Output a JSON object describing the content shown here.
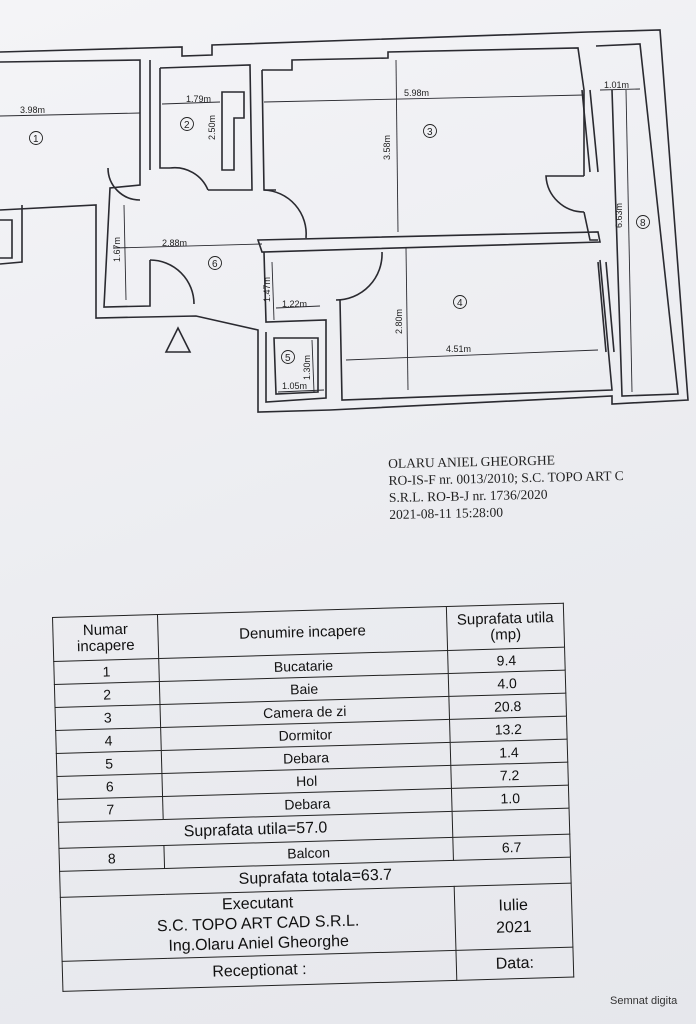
{
  "plan": {
    "dimensions": {
      "room1_width": "3.98m",
      "room2_width": "1.79m",
      "room2_depth": "2.50m",
      "room3_width": "5.98m",
      "room3_depth": "3.58m",
      "balcony_width": "1.01m",
      "balcony_length": "6.63m",
      "hall_width": "2.88m",
      "hall_depth": "1.67m",
      "closet7_depth": "1.47m",
      "closet7_width": "1.22m",
      "closet5_depth": "1.30m",
      "closet5_width": "1.05m",
      "room4_depth": "2.80m",
      "room4_width": "4.51m"
    },
    "room_numbers": [
      "1",
      "2",
      "3",
      "4",
      "5",
      "6",
      "8"
    ]
  },
  "signature": {
    "line1": "OLARU ANIEL GHEORGHE",
    "line2": "RO-IS-F nr. 0013/2010; S.C. TOPO ART C",
    "line3": "S.R.L. RO-B-J nr. 1736/2020",
    "line4": "2021-08-11 15:28:00"
  },
  "table": {
    "headers": {
      "number": "Numar incapere",
      "name": "Denumire incapere",
      "area": "Suprafata utila (mp)"
    },
    "rooms": [
      {
        "num": "1",
        "name": "Bucatarie",
        "area": "9.4"
      },
      {
        "num": "2",
        "name": "Baie",
        "area": "4.0"
      },
      {
        "num": "3",
        "name": "Camera de zi",
        "area": "20.8"
      },
      {
        "num": "4",
        "name": "Dormitor",
        "area": "13.2"
      },
      {
        "num": "5",
        "name": "Debara",
        "area": "1.4"
      },
      {
        "num": "6",
        "name": "Hol",
        "area": "7.2"
      },
      {
        "num": "7",
        "name": "Debara",
        "area": "1.0"
      }
    ],
    "usable_total": "Suprafata utila=57.0",
    "balcony": {
      "num": "8",
      "name": "Balcon",
      "area": "6.7"
    },
    "grand_total": "Suprafata totala=63.7",
    "executant_label": "Executant",
    "executant_company": "S.C. TOPO ART CAD S.R.L.",
    "executant_engineer": "Ing.Olaru Aniel Gheorghe",
    "month": "Iulie",
    "year": "2021",
    "received_label": "Receptionat :",
    "date_label": "Data:"
  },
  "side_note": "Semnat digita"
}
